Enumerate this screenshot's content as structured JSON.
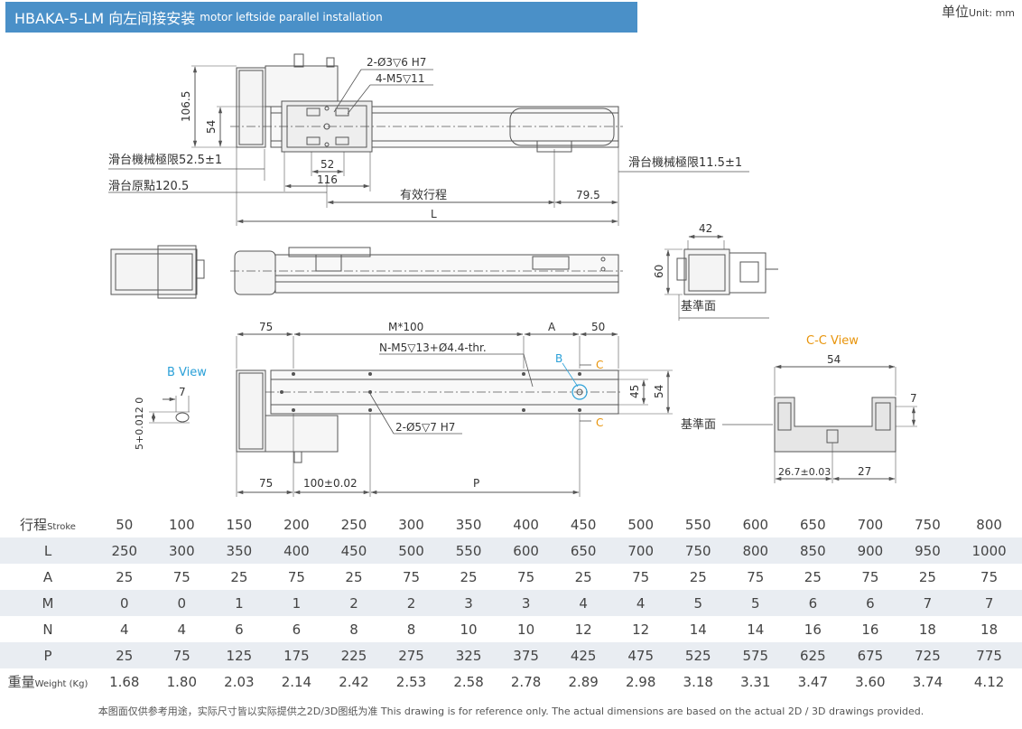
{
  "title": {
    "main": "HBAKA-5-LM 向左间接安装",
    "sub": "motor leftside parallel installation"
  },
  "unit": {
    "cn": "单位",
    "en": "Unit: mm"
  },
  "labels": {
    "hole1": "2-Ø3▽6 H7",
    "hole2": "4-M5▽11",
    "dim_106": "106.5",
    "dim_54": "54",
    "limit_left": "滑台機械極限52.5±1",
    "origin": "滑台原點120.5",
    "dim_52": "52",
    "dim_116": "116",
    "stroke": "有效行程",
    "limit_right": "滑台機械極限11.5±1",
    "dim_795": "79.5",
    "dim_L": "L",
    "dim_42": "42",
    "dim_60": "60",
    "ref_face": "基準面",
    "dim_75a": "75",
    "dim_M100": "M*100",
    "dim_A": "A",
    "dim_50": "50",
    "holes_n": "N-M5▽13+Ø4.4-thr.",
    "letter_b": "B",
    "letter_c": "C",
    "dim_45": "45",
    "dim_54b": "54",
    "holes_2": "2-Ø5▽7 H7",
    "dim_75b": "75",
    "dim_100": "100±0.02",
    "dim_P": "P",
    "bview": "B View",
    "dim_7": "7",
    "dim_5tol": "5+0.012 0",
    "ccview": "C-C View",
    "dim_54c": "54",
    "dim_7b": "7",
    "dim_267": "26.7±0.03",
    "dim_27": "27"
  },
  "table": {
    "rows": [
      {
        "cn": "行程",
        "en": "Stroke",
        "values": [
          "50",
          "100",
          "150",
          "200",
          "250",
          "300",
          "350",
          "400",
          "450",
          "500",
          "550",
          "600",
          "650",
          "700",
          "750",
          "800"
        ]
      },
      {
        "cn": "L",
        "en": "",
        "values": [
          "250",
          "300",
          "350",
          "400",
          "450",
          "500",
          "550",
          "600",
          "650",
          "700",
          "750",
          "800",
          "850",
          "900",
          "950",
          "1000"
        ]
      },
      {
        "cn": "A",
        "en": "",
        "values": [
          "25",
          "75",
          "25",
          "75",
          "25",
          "75",
          "25",
          "75",
          "25",
          "75",
          "25",
          "75",
          "25",
          "75",
          "25",
          "75"
        ]
      },
      {
        "cn": "M",
        "en": "",
        "values": [
          "0",
          "0",
          "1",
          "1",
          "2",
          "2",
          "3",
          "3",
          "4",
          "4",
          "5",
          "5",
          "6",
          "6",
          "7",
          "7"
        ]
      },
      {
        "cn": "N",
        "en": "",
        "values": [
          "4",
          "4",
          "6",
          "6",
          "8",
          "8",
          "10",
          "10",
          "12",
          "12",
          "14",
          "14",
          "16",
          "16",
          "18",
          "18"
        ]
      },
      {
        "cn": "P",
        "en": "",
        "values": [
          "25",
          "75",
          "125",
          "175",
          "225",
          "275",
          "325",
          "375",
          "425",
          "475",
          "525",
          "575",
          "625",
          "675",
          "725",
          "775"
        ]
      },
      {
        "cn": "重量",
        "en": "Weight (Kg)",
        "values": [
          "1.68",
          "1.80",
          "2.03",
          "2.14",
          "2.42",
          "2.53",
          "2.58",
          "2.78",
          "2.89",
          "2.98",
          "3.18",
          "3.31",
          "3.47",
          "3.60",
          "3.74",
          "4.12"
        ]
      }
    ]
  },
  "footnote": "本图面仅供参考用途，实际尺寸皆以实际提供之2D/3D图纸为准 This drawing is for reference only. The actual dimensions are based on the actual 2D / 3D drawings provided.",
  "colors": {
    "title_bg": "#4a90c8",
    "accent_orange": "#e8940a",
    "accent_blue": "#2aa0d8",
    "line": "#555555",
    "row_shade": "#e9edf2"
  }
}
